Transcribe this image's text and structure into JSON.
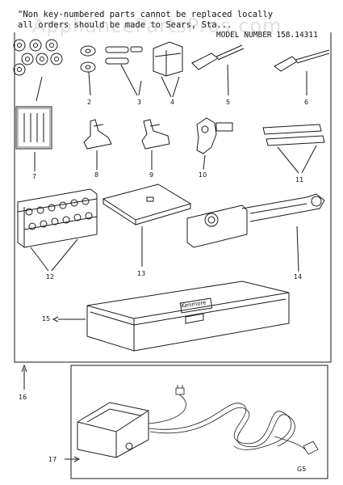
{
  "header": {
    "line1": "\"Non key-numbered parts cannot be replaced locally",
    "line2": "all orders should be made to Sears, Sta...",
    "model": "MODEL NUMBER 158.14311"
  },
  "watermark": "AppliancePartsPros.com",
  "callouts": {
    "n2": "2",
    "n3": "3",
    "n4": "4",
    "n5": "5",
    "n6": "6",
    "n7": "7",
    "n8": "8",
    "n9": "9",
    "n10": "10",
    "n11": "11",
    "n12": "12",
    "n13": "13",
    "n14": "14",
    "n15": "15",
    "n16": "16",
    "n17": "17"
  },
  "case_label": "Kenmore",
  "figure_code": "G5"
}
